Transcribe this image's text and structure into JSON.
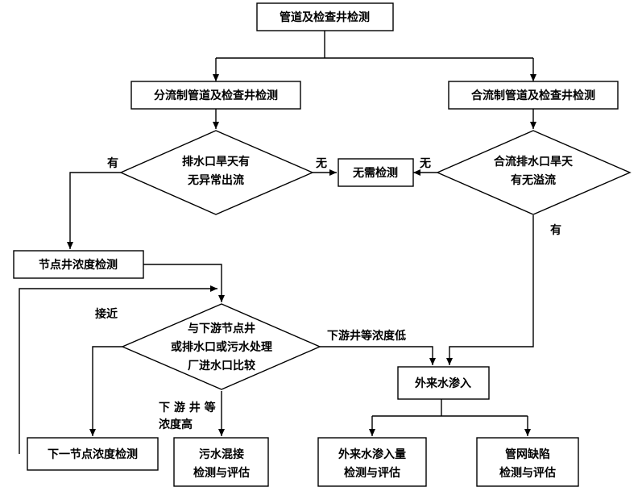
{
  "nodes": {
    "root": "管道及检查井检测",
    "separate": "分流制管道及检查井检测",
    "combined": "合流制管道及检查井检测",
    "decision_dry_flow": [
      "排水口旱天有",
      "无异常出流"
    ],
    "no_detection": "无需检测",
    "decision_overflow": [
      "合流排水口旱天",
      "有无溢流"
    ],
    "node_conc": "节点井浓度检测",
    "decision_compare": [
      "与下游节点井",
      "或排水口或污水处理",
      "厂进水口比较"
    ],
    "inflow": "外来水渗入",
    "next_node_conc": "下一节点浓度检测",
    "sewage_mix": [
      "污水混接",
      "检测与评估"
    ],
    "inflow_amount": [
      "外来水渗入量",
      "检测与评估"
    ],
    "pipe_defect": [
      "管网缺陷",
      "检测与评估"
    ]
  },
  "labels": {
    "yes_left": "有",
    "no_left": "无",
    "no_right": "无",
    "yes_right": "有",
    "close": "接近",
    "downstream_low": "下游井等浓度低",
    "downstream_high": [
      "下 游 井 等",
      "浓度高"
    ]
  }
}
